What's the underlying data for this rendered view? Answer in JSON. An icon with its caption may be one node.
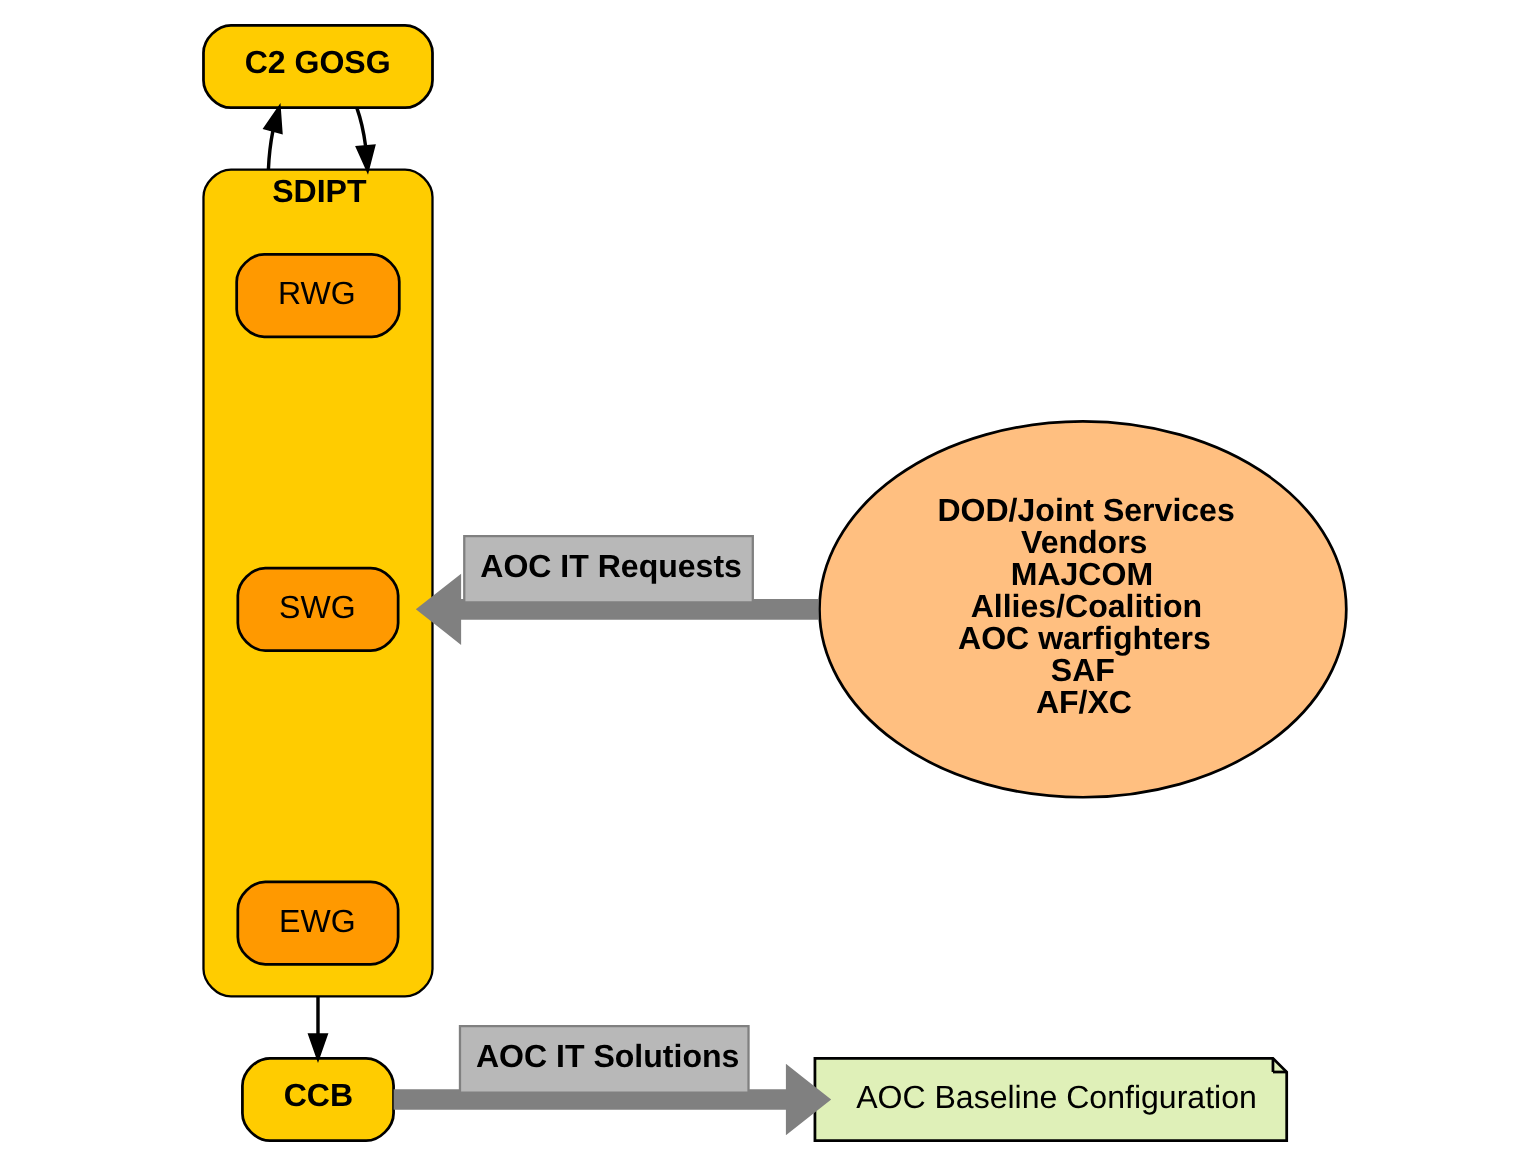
{
  "diagram": {
    "nodes": [
      {
        "text": [
          "C2 GOSG"
        ]
      },
      {
        "text": [
          "SDIPT"
        ]
      },
      {
        "text": [
          "RWG"
        ],
        "in": 1
      },
      {
        "text": [
          "SWG"
        ],
        "in": 1
      },
      {
        "text": [
          "EWG"
        ],
        "in": 1
      },
      {
        "text": [
          "CCB"
        ]
      },
      {
        "text": [
          "DOD/Joint Services",
          "Vendors",
          "MAJCOM",
          "Allies/Coalition",
          "AOC warfighters",
          "SAF",
          "AF/XC"
        ]
      },
      {
        "text": [
          "AOC Baseline Configuration"
        ]
      }
    ],
    "edges": [
      {
        "from": 1,
        "to": 0,
        "arrow": "to"
      },
      {
        "from": 0,
        "to": 1,
        "arrow": "to"
      },
      {
        "from": 6,
        "to": 1,
        "arrow": "to",
        "label": "AOC IT Requests",
        "style": "thick",
        "color": "#808080"
      },
      {
        "from": 1,
        "to": 5,
        "arrow": "to"
      },
      {
        "from": 5,
        "to": 7,
        "arrow": "to",
        "label": "AOC IT Solutions",
        "style": "thick",
        "color": "#808080"
      }
    ]
  }
}
